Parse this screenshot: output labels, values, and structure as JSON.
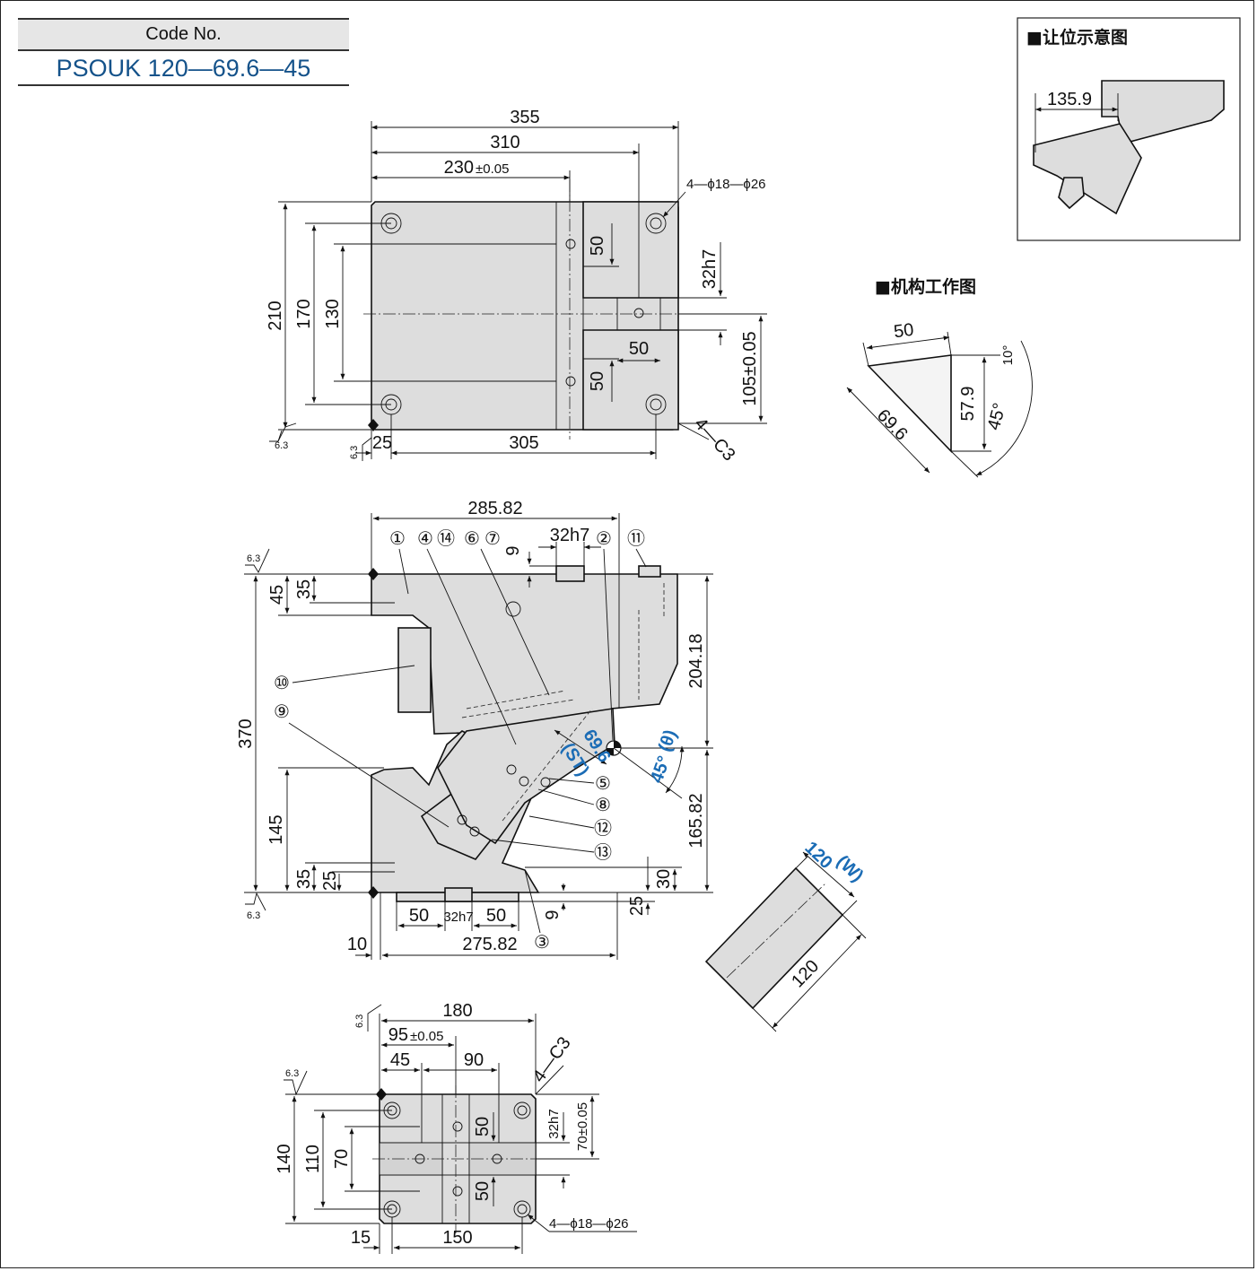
{
  "code_block": {
    "label": "Code No.",
    "value": "PSOUK 120—69.6—45"
  },
  "clearance_view": {
    "title": "■让位示意图",
    "dim": "135.9"
  },
  "mechanism_view": {
    "title": "■机构工作图",
    "dims": {
      "top": "50",
      "diag": "69.6",
      "vert": "57.9",
      "angle": "45°",
      "small_angle": "10°"
    }
  },
  "top_view": {
    "dims": {
      "d355": "355",
      "d310": "310",
      "d230": "230",
      "d230_tol": "±0.05",
      "hole_spec": "4—ϕ18—ϕ26",
      "d210": "210",
      "d170": "170",
      "d130": "130",
      "d50a": "50",
      "d50b": "50",
      "d50c": "50",
      "d32h7": "32h7",
      "d105": "105±0.05",
      "d25": "25",
      "d305": "305",
      "chamfer": "4—C3",
      "rough1": "6.3",
      "rough2": "6.3"
    }
  },
  "front_view": {
    "dims": {
      "d285": "285.82",
      "d32h7": "32h7",
      "d9": "9",
      "d45": "45",
      "d35": "35",
      "d370": "370",
      "d204": "204.18",
      "d145": "145",
      "d35b": "35",
      "d25": "25",
      "d165": "165.82",
      "d30": "30",
      "d25b": "25",
      "d9b": "9",
      "d50a": "50",
      "d32h7b": "32h7",
      "d50b": "50",
      "d10": "10",
      "d275": "275.82",
      "rough1": "6.3",
      "rough2": "6.3"
    },
    "stroke": "69.6",
    "stroke_tag": "(ST)",
    "angle": "45°",
    "angle_tag": "(θ)",
    "balloons": [
      "①",
      "④",
      "⑭",
      "⑥",
      "⑦",
      "②",
      "⑪",
      "⑩",
      "⑨",
      "⑤",
      "⑧",
      "⑫",
      "⑬",
      "③"
    ]
  },
  "width_view": {
    "width_label": "120",
    "width_tag": "(W)",
    "dim": "120"
  },
  "bottom_view": {
    "dims": {
      "d180": "180",
      "d95": "95",
      "d95_tol": "±0.05",
      "d45": "45",
      "d90": "90",
      "chamfer": "4—C3",
      "d140": "140",
      "d110": "110",
      "d70": "70",
      "d50a": "50",
      "d50b": "50",
      "d32h7": "32h7",
      "d70tol": "70±0.05",
      "d15": "15",
      "d150": "150",
      "hole_spec": "4—ϕ18—ϕ26",
      "rough1": "6.3",
      "rough2": "6.3"
    }
  },
  "colors": {
    "accent": "#1b6cb5",
    "code": "#14528a",
    "fill": "#dddddd"
  }
}
